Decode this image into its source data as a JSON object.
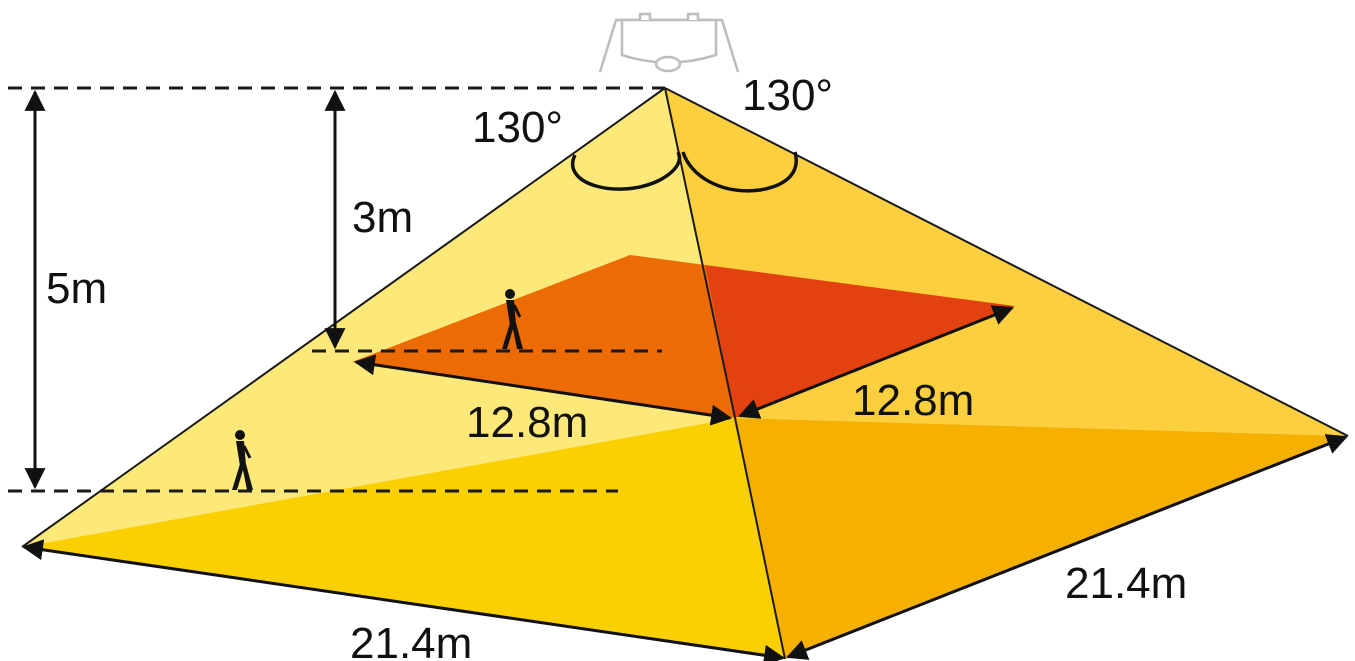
{
  "labels": {
    "angle_left": "130°",
    "angle_right": "130°",
    "height_upper": "3m",
    "height_total": "5m",
    "upper_width_front": "12.8m",
    "upper_width_side": "12.8m",
    "lower_width_front": "21.4m",
    "lower_width_side": "21.4m"
  },
  "colors": {
    "front_left_face": "#fde87a",
    "front_right_face": "#fccf3e",
    "floor_left": "#fad000",
    "floor_right": "#f5b000",
    "upper_plane_left": "#ec6b05",
    "upper_plane_right": "#e3410f",
    "lines": "#1a1a1a"
  },
  "icons": {
    "sensor": "ceiling-sensor-icon",
    "person": "walking-person-icon"
  }
}
